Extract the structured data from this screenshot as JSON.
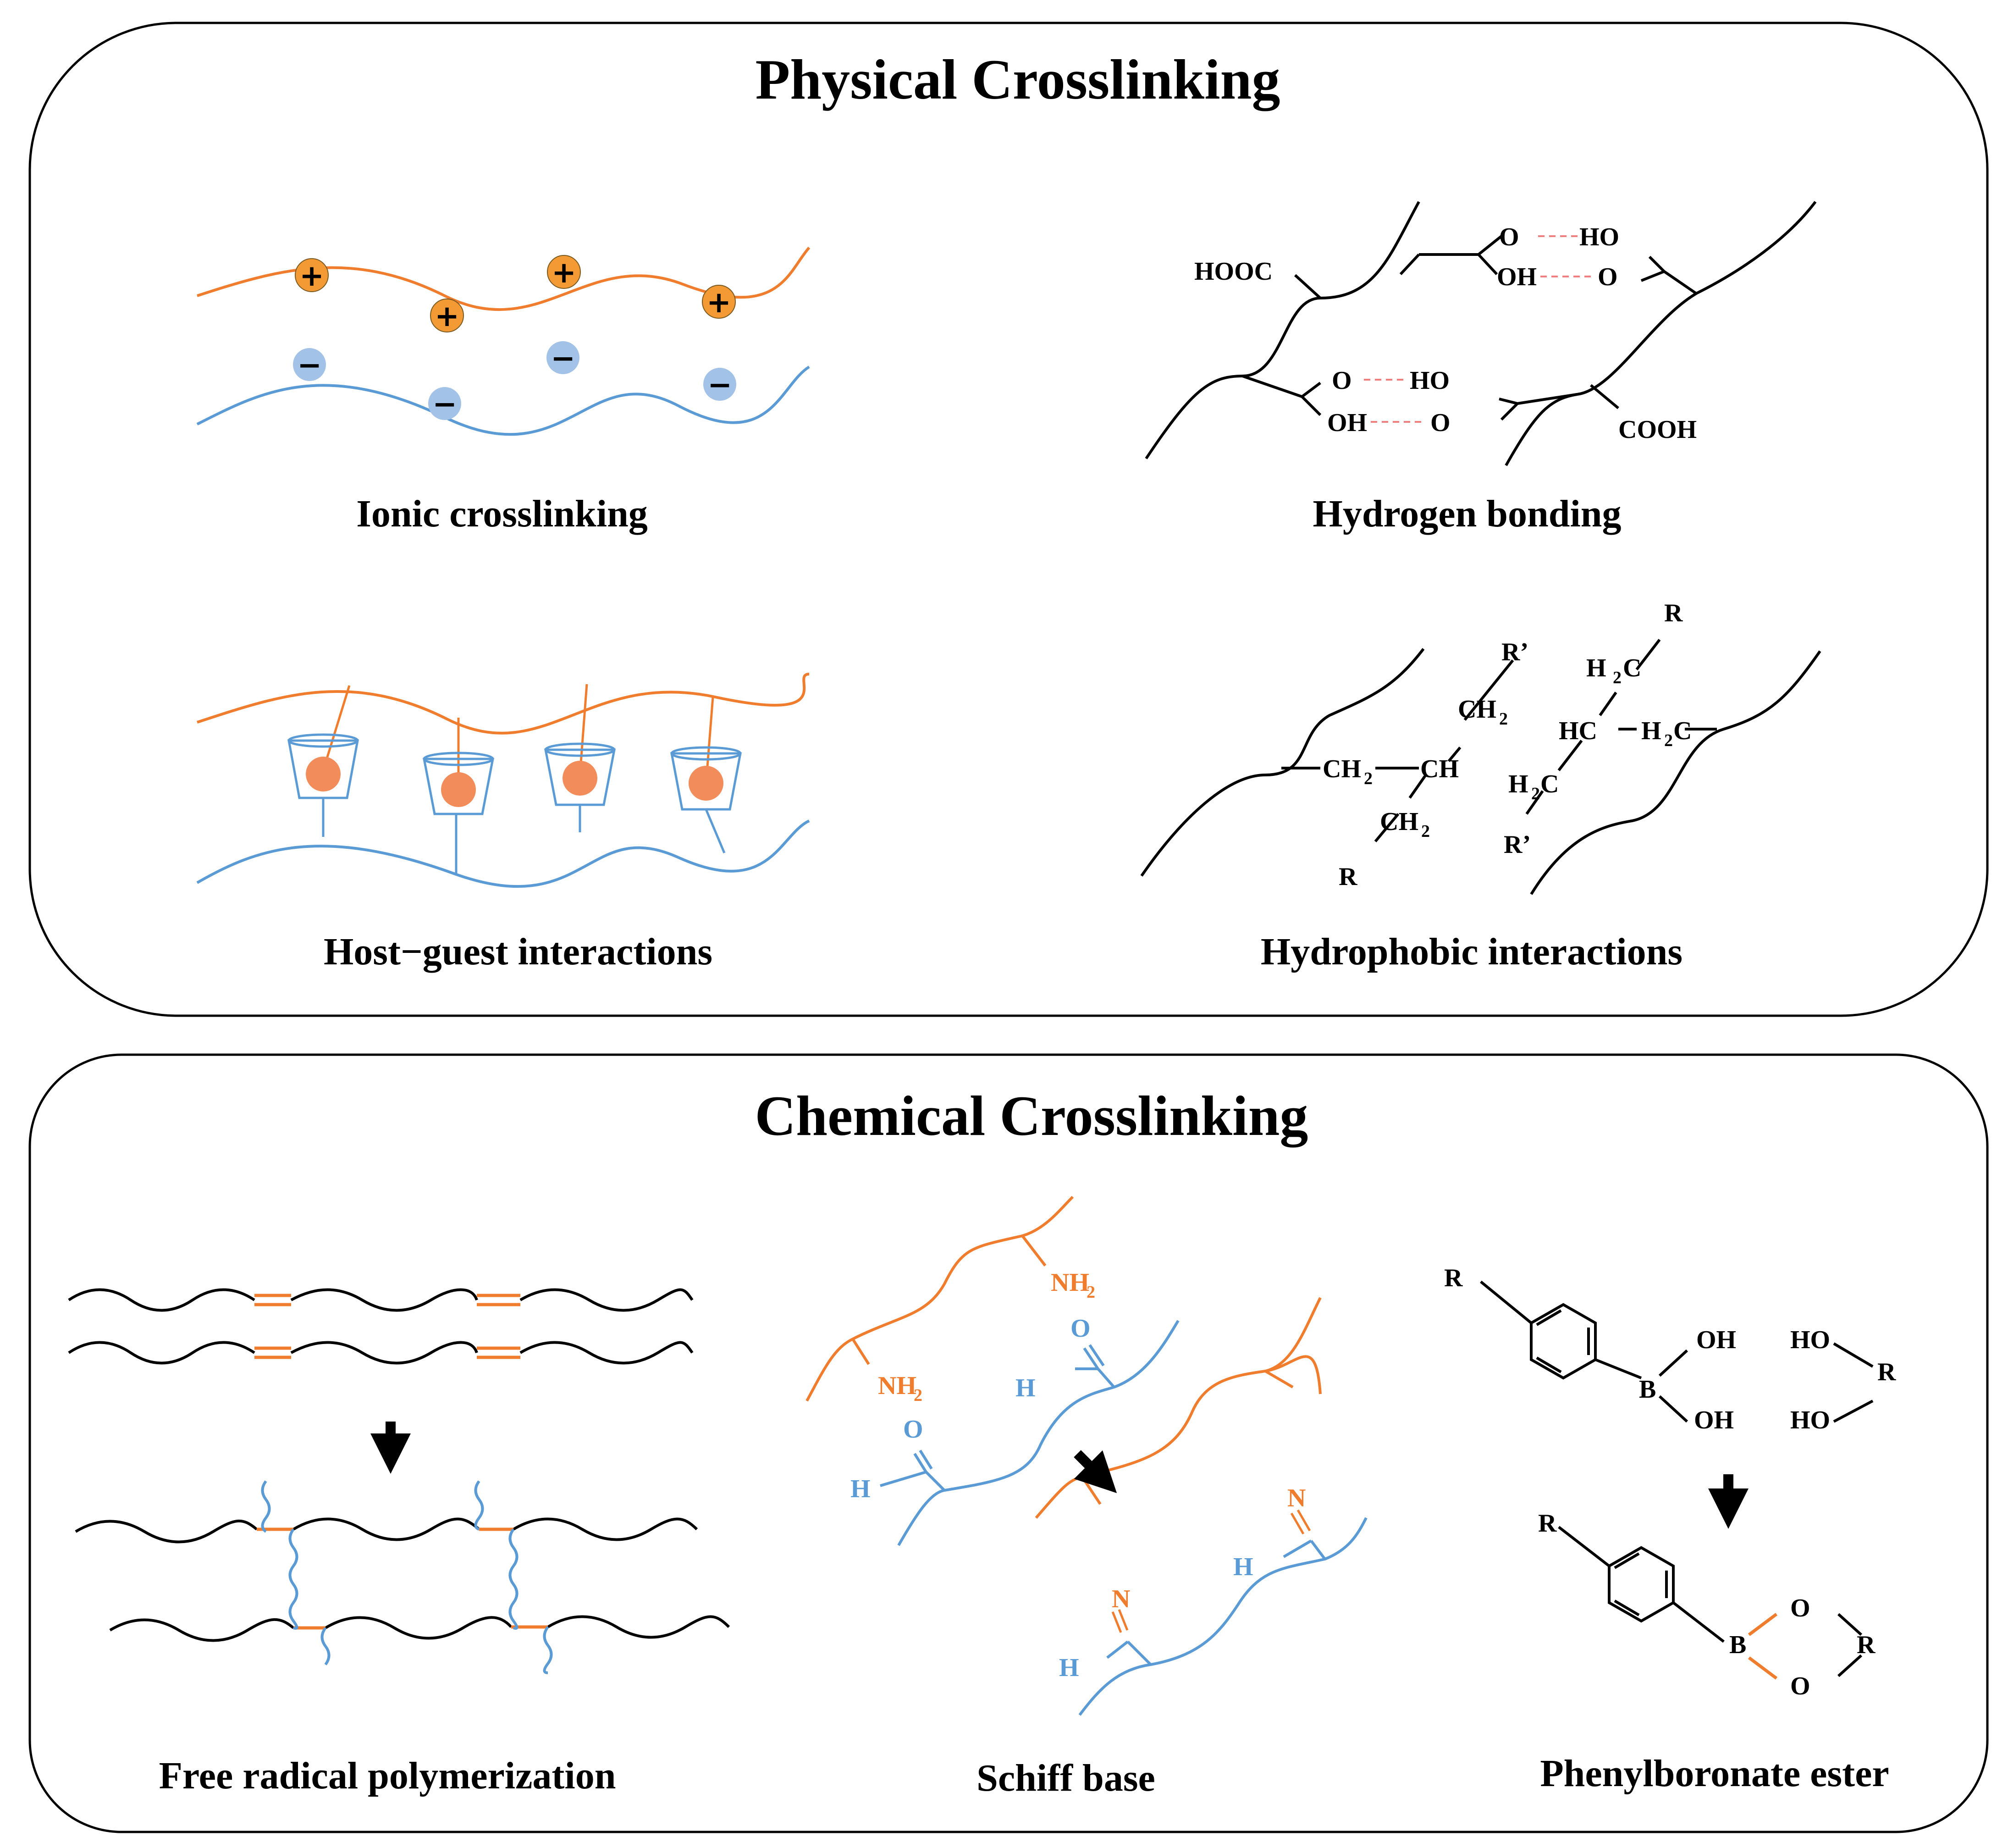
{
  "physical": {
    "title": "Physical Crosslinking",
    "ionic": {
      "caption": "Ionic crosslinking",
      "positive_sign": "+",
      "negative_sign": "−"
    },
    "hydrogen": {
      "caption": "Hydrogen bonding",
      "labels": {
        "hooc": "HOOC",
        "cooh": "COOH",
        "o": "O",
        "ho": "HO",
        "oh": "OH"
      }
    },
    "host_guest": {
      "caption": "Host−guest interactions"
    },
    "hydrophobic": {
      "caption": "Hydrophobic interactions",
      "labels": {
        "r": "R",
        "r_prime": "R’",
        "ch": "CH",
        "hc": "HC",
        "ch2": "CH",
        "h2c": "H",
        "c": "C",
        "sub2": "2",
        "h2c_tail": "C"
      }
    }
  },
  "chemical": {
    "title": "Chemical Crosslinking",
    "free_radical": {
      "caption": "Free radical polymerization"
    },
    "schiff": {
      "caption": "Schiff base",
      "labels": {
        "nh2": "NH",
        "sub2": "2",
        "o": "O",
        "h": "H",
        "n": "N"
      }
    },
    "boronate": {
      "caption": "Phenylboronate ester",
      "labels": {
        "r": "R",
        "b": "B",
        "oh": "OH",
        "ho": "HO",
        "o": "O"
      }
    }
  },
  "colors": {
    "orange": "#F07D2D",
    "blue": "#5B9BD5",
    "orange_ball": "#F28C5A",
    "ion_orange": "#F39A34",
    "ion_blue": "#A3C2E8",
    "dash_red": "#F08080",
    "black": "#000000"
  }
}
